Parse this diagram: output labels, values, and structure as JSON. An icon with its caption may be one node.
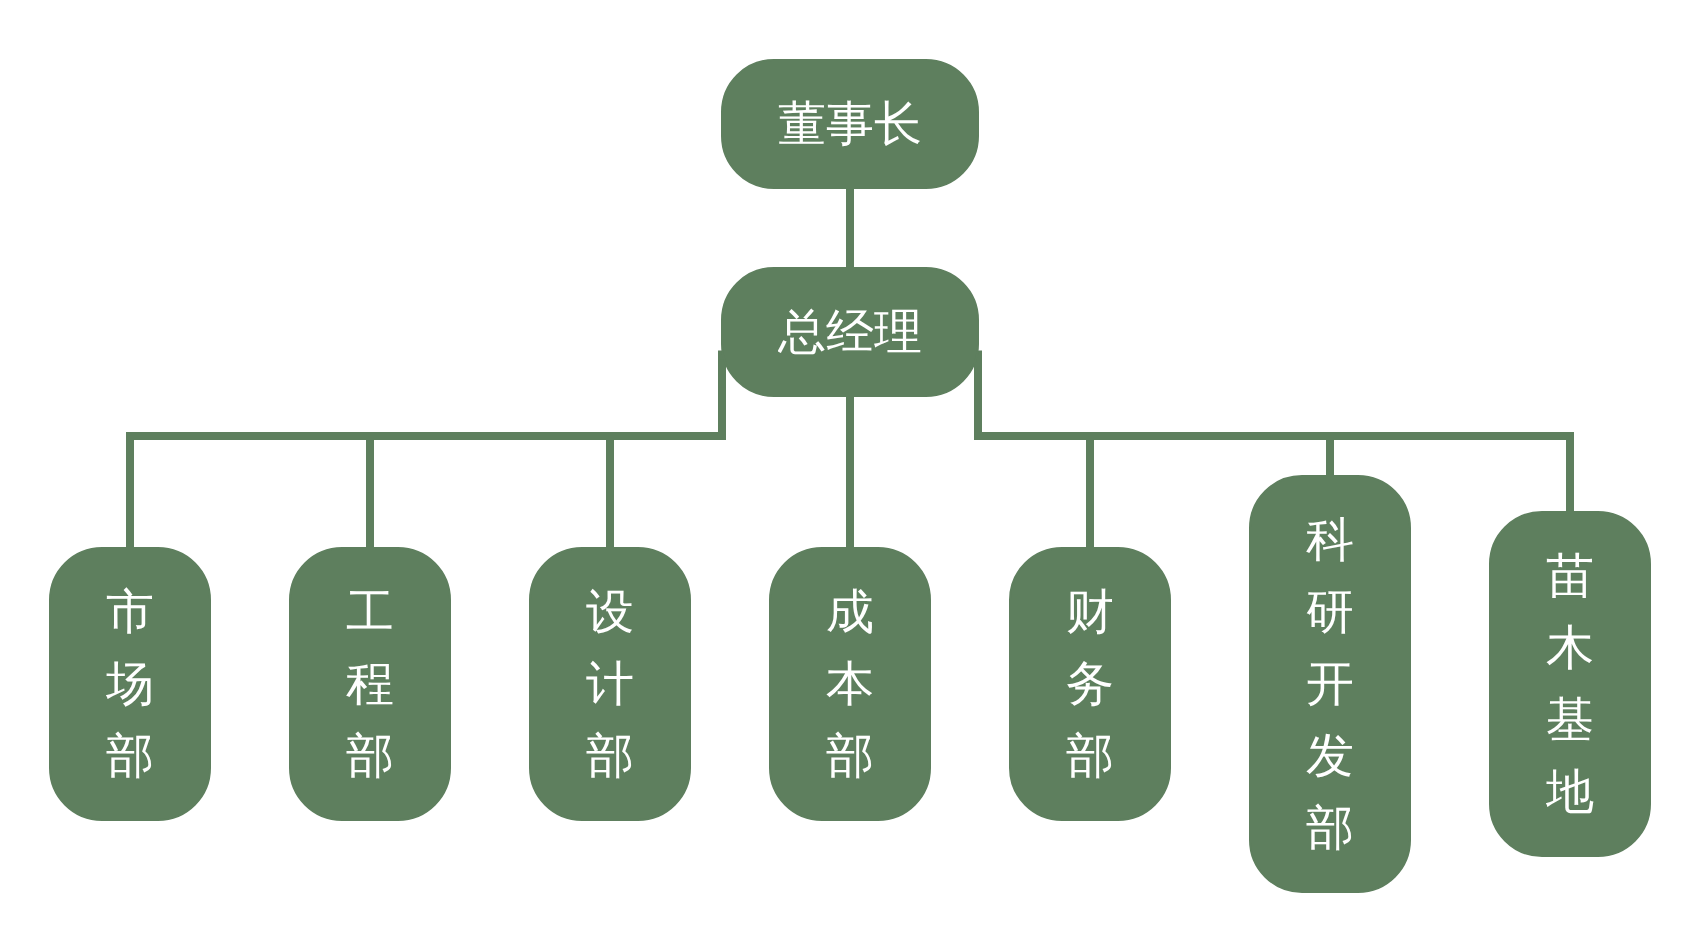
{
  "diagram": {
    "nodes": [
      {
        "text": [
          "董事长"
        ]
      },
      {
        "text": [
          "总经理"
        ]
      },
      {
        "text": [
          "市场部"
        ]
      },
      {
        "text": [
          "工程部"
        ]
      },
      {
        "text": [
          "设计部"
        ]
      },
      {
        "text": [
          "成本部"
        ]
      },
      {
        "text": [
          "财务部"
        ]
      },
      {
        "text": [
          "科研开发部"
        ]
      },
      {
        "text": [
          "苗木基地"
        ]
      }
    ],
    "edges": [
      {
        "from": 0,
        "to": 1,
        "arrow": "none"
      },
      {
        "from": 1,
        "to": 2,
        "arrow": "none"
      },
      {
        "from": 1,
        "to": 3,
        "arrow": "none"
      },
      {
        "from": 1,
        "to": 4,
        "arrow": "none"
      },
      {
        "from": 1,
        "to": 5,
        "arrow": "none"
      },
      {
        "from": 1,
        "to": 6,
        "arrow": "none"
      },
      {
        "from": 1,
        "to": 7,
        "arrow": "none"
      },
      {
        "from": 1,
        "to": 8,
        "arrow": "none"
      }
    ]
  }
}
